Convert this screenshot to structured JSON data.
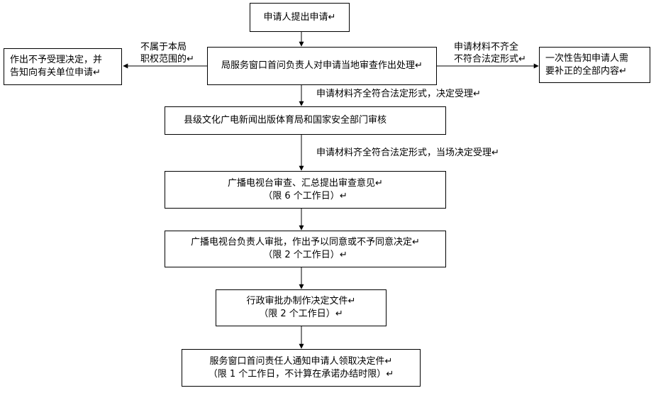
{
  "nodes": {
    "apply": "申请人提出申请",
    "window_review": "局服务窗口首问负责人对申请当地审查作出处理",
    "reject": [
      "作出不予受理决定，并",
      "告知向有关单位申请"
    ],
    "inform": [
      "一次性告知申请人需",
      "要补正的全部内容"
    ],
    "county_review": "县级文化广电新闻出版体育局和国家安全部门审核",
    "tv_review": [
      "广播电视台审查、汇总提出审查意见",
      "（限 6 个工作日）"
    ],
    "tv_approve": [
      "广播电视台负责人审批，作出予以同意或不予同意决定",
      "（限 2 个工作日）"
    ],
    "admin_doc": [
      "行政审批办制作决定文件",
      "（限 2 个工作日）"
    ],
    "notify": [
      "服务窗口首问责任人通知申请人领取决定件",
      "（限 1 个工作日，不计算在承诺办结时限）"
    ]
  },
  "labels": {
    "not_scope": [
      "不属于本局",
      "职权范围的"
    ],
    "incomplete": [
      "申请材料不齐全",
      "不符合法定形式"
    ],
    "accept": "申请材料齐全符合法定形式，决定受理",
    "accept_onsite": "申请材料齐全符合法定形式，当场决定受理"
  },
  "paragraph_mark": "↵"
}
